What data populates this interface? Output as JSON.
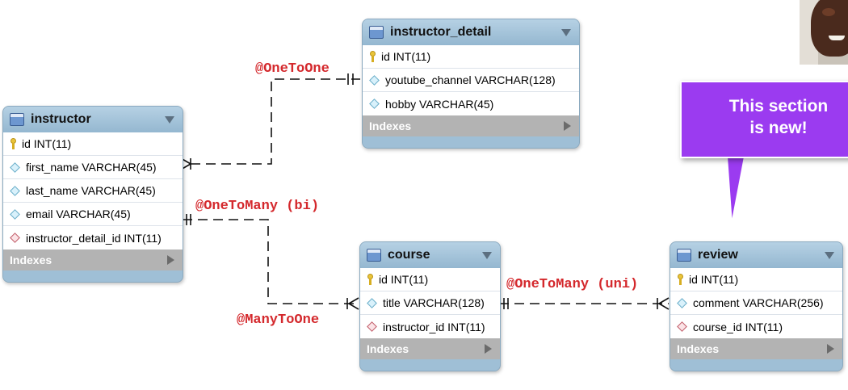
{
  "diagram": {
    "tables": [
      {
        "key": "instructor_detail",
        "name": "instructor_detail",
        "columns": [
          {
            "text": "id INT(11)",
            "kind": "pk"
          },
          {
            "text": "youtube_channel VARCHAR(128)",
            "kind": "col"
          },
          {
            "text": "hobby VARCHAR(45)",
            "kind": "col"
          }
        ],
        "footer": "Indexes"
      },
      {
        "key": "instructor",
        "name": "instructor",
        "columns": [
          {
            "text": "id INT(11)",
            "kind": "pk"
          },
          {
            "text": "first_name VARCHAR(45)",
            "kind": "col"
          },
          {
            "text": "last_name VARCHAR(45)",
            "kind": "col"
          },
          {
            "text": "email VARCHAR(45)",
            "kind": "col"
          },
          {
            "text": "instructor_detail_id INT(11)",
            "kind": "fk"
          }
        ],
        "footer": "Indexes"
      },
      {
        "key": "course",
        "name": "course",
        "columns": [
          {
            "text": "id INT(11)",
            "kind": "pk"
          },
          {
            "text": "title VARCHAR(128)",
            "kind": "col"
          },
          {
            "text": "instructor_id INT(11)",
            "kind": "fk"
          }
        ],
        "footer": "Indexes"
      },
      {
        "key": "review",
        "name": "review",
        "columns": [
          {
            "text": "id INT(11)",
            "kind": "pk"
          },
          {
            "text": "comment VARCHAR(256)",
            "kind": "col"
          },
          {
            "text": "course_id INT(11)",
            "kind": "fk"
          }
        ],
        "footer": "Indexes"
      }
    ],
    "relationships": [
      {
        "label": "@OneToOne"
      },
      {
        "label": "@OneToMany (bi)"
      },
      {
        "label": "@ManyToOne"
      },
      {
        "label": "@OneToMany (uni)"
      }
    ],
    "callout": "This section\nis new!"
  }
}
